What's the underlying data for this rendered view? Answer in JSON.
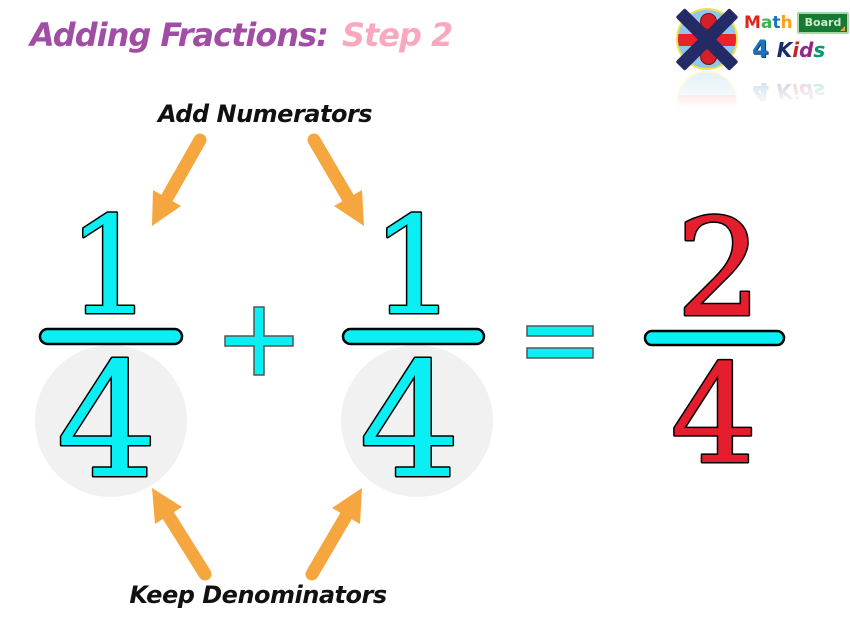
{
  "title": {
    "main": "Adding Fractions:",
    "step": "Step 2"
  },
  "annotations": {
    "top": "Add Numerators",
    "bottom": "Keep Denominators"
  },
  "equation": {
    "addend1": {
      "numerator": "1",
      "denominator": "4"
    },
    "operator": "+",
    "addend2": {
      "numerator": "1",
      "denominator": "4"
    },
    "equals": "=",
    "result": {
      "numerator": "2",
      "denominator": "4"
    }
  },
  "logo": {
    "math_letters": [
      "M",
      "a",
      "t",
      "h"
    ],
    "board_label": "Board",
    "four": "4",
    "kids_letters": [
      "K",
      "i",
      "d",
      "s"
    ]
  },
  "colors": {
    "title_purple": "#a24da5",
    "title_pink": "#f9a9be",
    "digit_cyan": "#0aeff4",
    "digit_red": "#e41e2d",
    "arrow_orange": "#f6a63e",
    "halo_gray": "#f1f1f1",
    "annotation_black": "#111111"
  }
}
